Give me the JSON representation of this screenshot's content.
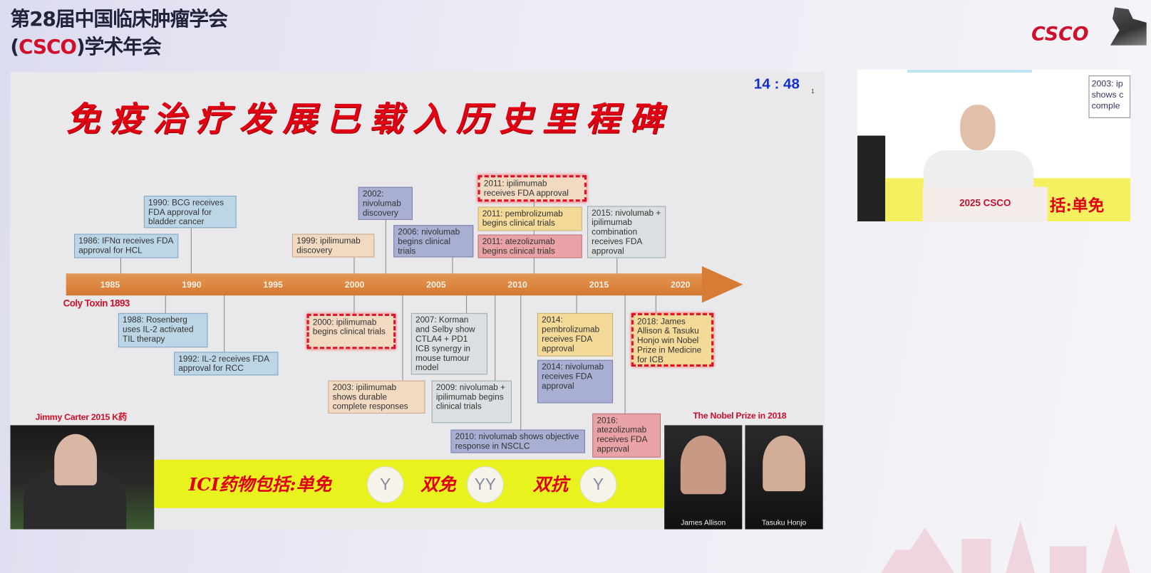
{
  "header": {
    "line1": "第28届中国临床肿瘤学会",
    "line2_open": "(",
    "line2_brand": "CSCO",
    "line2_rest": ")学术年会",
    "logo": "CSCO"
  },
  "slide": {
    "timer": "14 : 48",
    "page": "1",
    "title": "免疫治疗发展已载入历史里程碑",
    "coly": "Coly Toxin 1893",
    "years": [
      "1985",
      "1990",
      "1995",
      "2000",
      "2005",
      "2010",
      "2015",
      "2020"
    ],
    "events_above": [
      "1986: IFNα receives FDA approval for HCL",
      "1990: BCG receives FDA approval for bladder cancer",
      "1999: ipilimumab discovery",
      "2002: nivolumab discovery",
      "2006: nivolumab begins clinical trials",
      "2011: ipilimumab receives FDA approval",
      "2011: pembrolizumab begins clinical trials",
      "2011: atezolizumab begins clinical trials",
      "2015: nivolumab + ipilimumab combination receives FDA approval"
    ],
    "events_below": [
      "1988: Rosenberg uses IL-2 activated TIL therapy",
      "1992: IL-2 receives FDA approval for RCC",
      "2000: ipilimumab begins clinical trials",
      "2003: ipilimumab shows durable complete responses",
      "2007: Korman and Selby show CTLA4 + PD1 ICB synergy in mouse tumour model",
      "2009: nivolumab + ipilimumab begins clinical trials",
      "2010: nivolumab shows objective response in NSCLC",
      "2014: pembrolizumab receives FDA approval",
      "2014: nivolumab receives FDA approval",
      "2016: atezolizumab receives FDA approval",
      "2018: James Allison & Tasuku Honjo win Nobel Prize in Medicine for ICB"
    ],
    "carter_caption": "Jimmy Carter 2015 K药",
    "band": {
      "t1": "ICI药物包括:单免",
      "t2": "双免",
      "t3": "双抗"
    },
    "nobel_caption": "The Nobel Prize in 2018",
    "laureates": [
      "James Allison",
      "Tasuku Honjo"
    ]
  },
  "video": {
    "podium": "2025 CSCO",
    "screen_text": "2003: ip shows c comple",
    "banner": "括:单免"
  }
}
